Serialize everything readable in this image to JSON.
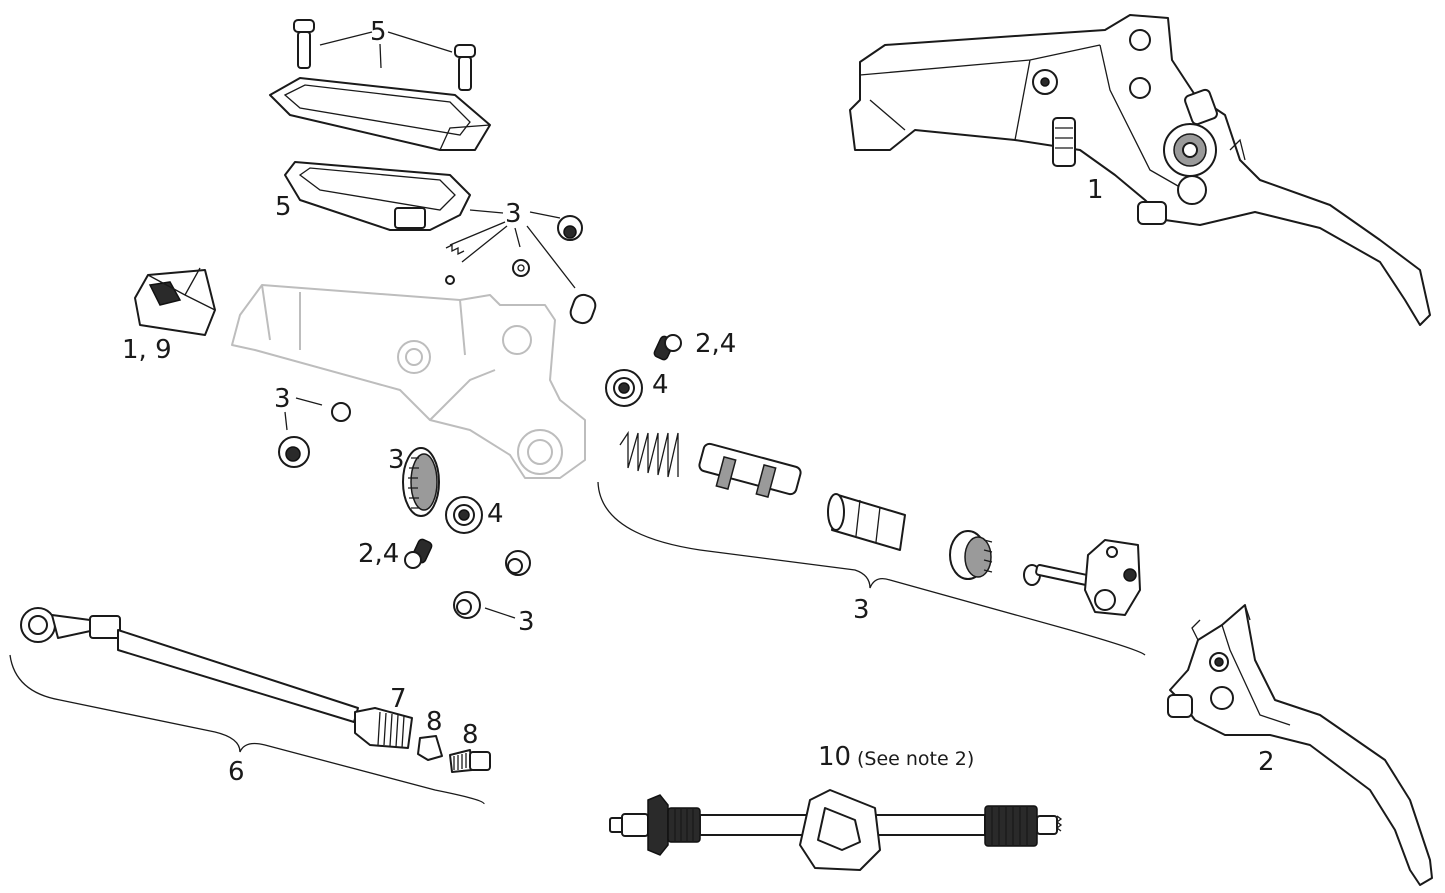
{
  "diagram": {
    "labels": {
      "bolts_top": "5",
      "reservoir_lid": "5",
      "misc_parts_top": "3",
      "lever_assembly": "1",
      "clamp_cover": "1, 9",
      "pivot_bolt_upper": "2,4",
      "bearing_upper": "4",
      "seal_left": "3",
      "reach_knob": "3",
      "bearing_lower": "4",
      "pivot_bolt_lower": "2,4",
      "bushing_lower": "3",
      "piston_kit": "3",
      "lever_blade": "2",
      "hose_nut": "7",
      "olive": "8",
      "barb": "8",
      "hose_assembly": "6",
      "bleed_block": "10",
      "bleed_block_note": "(See note 2)"
    },
    "colors": {
      "line": "#1a1a1a",
      "ghost_body": "#bdbdbd",
      "background": "#ffffff"
    }
  }
}
